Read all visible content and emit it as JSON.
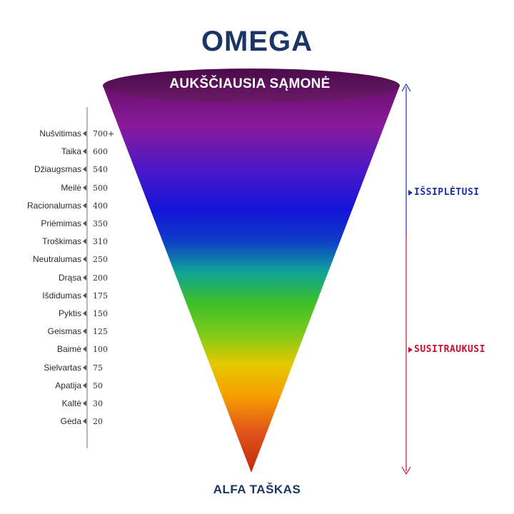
{
  "title": "OMEGA",
  "top_label": "AUKŠČIAUSIA SĄMONĖ",
  "bottom_label": "ALFA TAŠKAS",
  "side_labels": {
    "expanded": "IŠSIPLĖTUSI",
    "contracted": "SUSITRAUKUSI"
  },
  "colors": {
    "title": "#1a3566",
    "rim": "#5a0f57",
    "expanded": "#1f2fa8",
    "contracted": "#c8102e"
  },
  "scale": [
    {
      "name": "Nušvitimas",
      "value": "700+"
    },
    {
      "name": "Taika",
      "value": "600"
    },
    {
      "name": "Džiaugsmas",
      "value": "540"
    },
    {
      "name": "Meilė",
      "value": "500"
    },
    {
      "name": "Racionalumas",
      "value": "400"
    },
    {
      "name": "Priėmimas",
      "value": "350"
    },
    {
      "name": "Troškimas",
      "value": "310"
    },
    {
      "name": "Neutralumas",
      "value": "250"
    },
    {
      "name": "Drąsa",
      "value": "200"
    },
    {
      "name": "Išdidumas",
      "value": "175"
    },
    {
      "name": "Pyktis",
      "value": "150"
    },
    {
      "name": "Geismas",
      "value": "125"
    },
    {
      "name": "Baimė",
      "value": "100"
    },
    {
      "name": "Sielvartas",
      "value": "75"
    },
    {
      "name": "Apatija",
      "value": "50"
    },
    {
      "name": "Kaltė",
      "value": "30"
    },
    {
      "name": "Gėda",
      "value": "20"
    }
  ]
}
